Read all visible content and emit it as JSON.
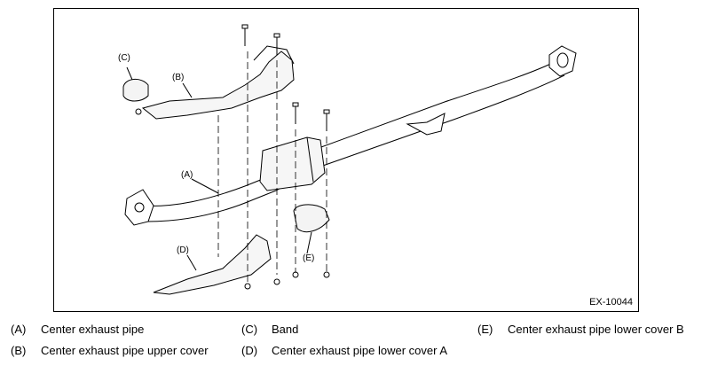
{
  "figure": {
    "id": "EX-10044",
    "callouts": {
      "A": "(A)",
      "B": "(B)",
      "C": "(C)",
      "D": "(D)",
      "E": "(E)"
    }
  },
  "legend": [
    {
      "key": "(A)",
      "text": "Center exhaust pipe"
    },
    {
      "key": "(B)",
      "text": "Center exhaust pipe upper cover"
    },
    {
      "key": "(C)",
      "text": "Band"
    },
    {
      "key": "(D)",
      "text": "Center exhaust pipe lower cover A"
    },
    {
      "key": "(E)",
      "text": "Center exhaust pipe lower cover B"
    }
  ]
}
